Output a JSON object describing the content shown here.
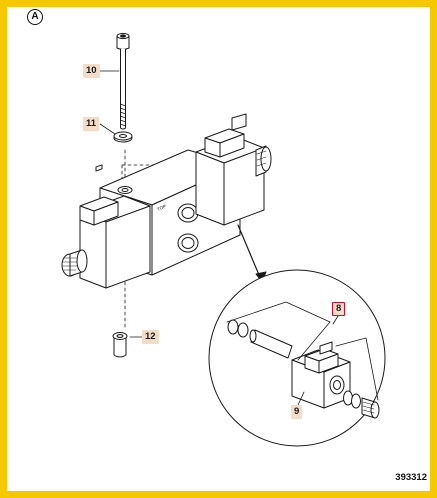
{
  "section_label": "A",
  "figure_number": "393312",
  "part_callouts": {
    "p10": "10",
    "p11": "11",
    "p12": "12",
    "p8": "8",
    "p9": "9"
  },
  "block_marking": "TOP",
  "colors": {
    "frame": "#f6c800",
    "callout_fill": "#f3dcc8",
    "highlight_border": "#c8102e",
    "line": "#1a1a1a"
  }
}
